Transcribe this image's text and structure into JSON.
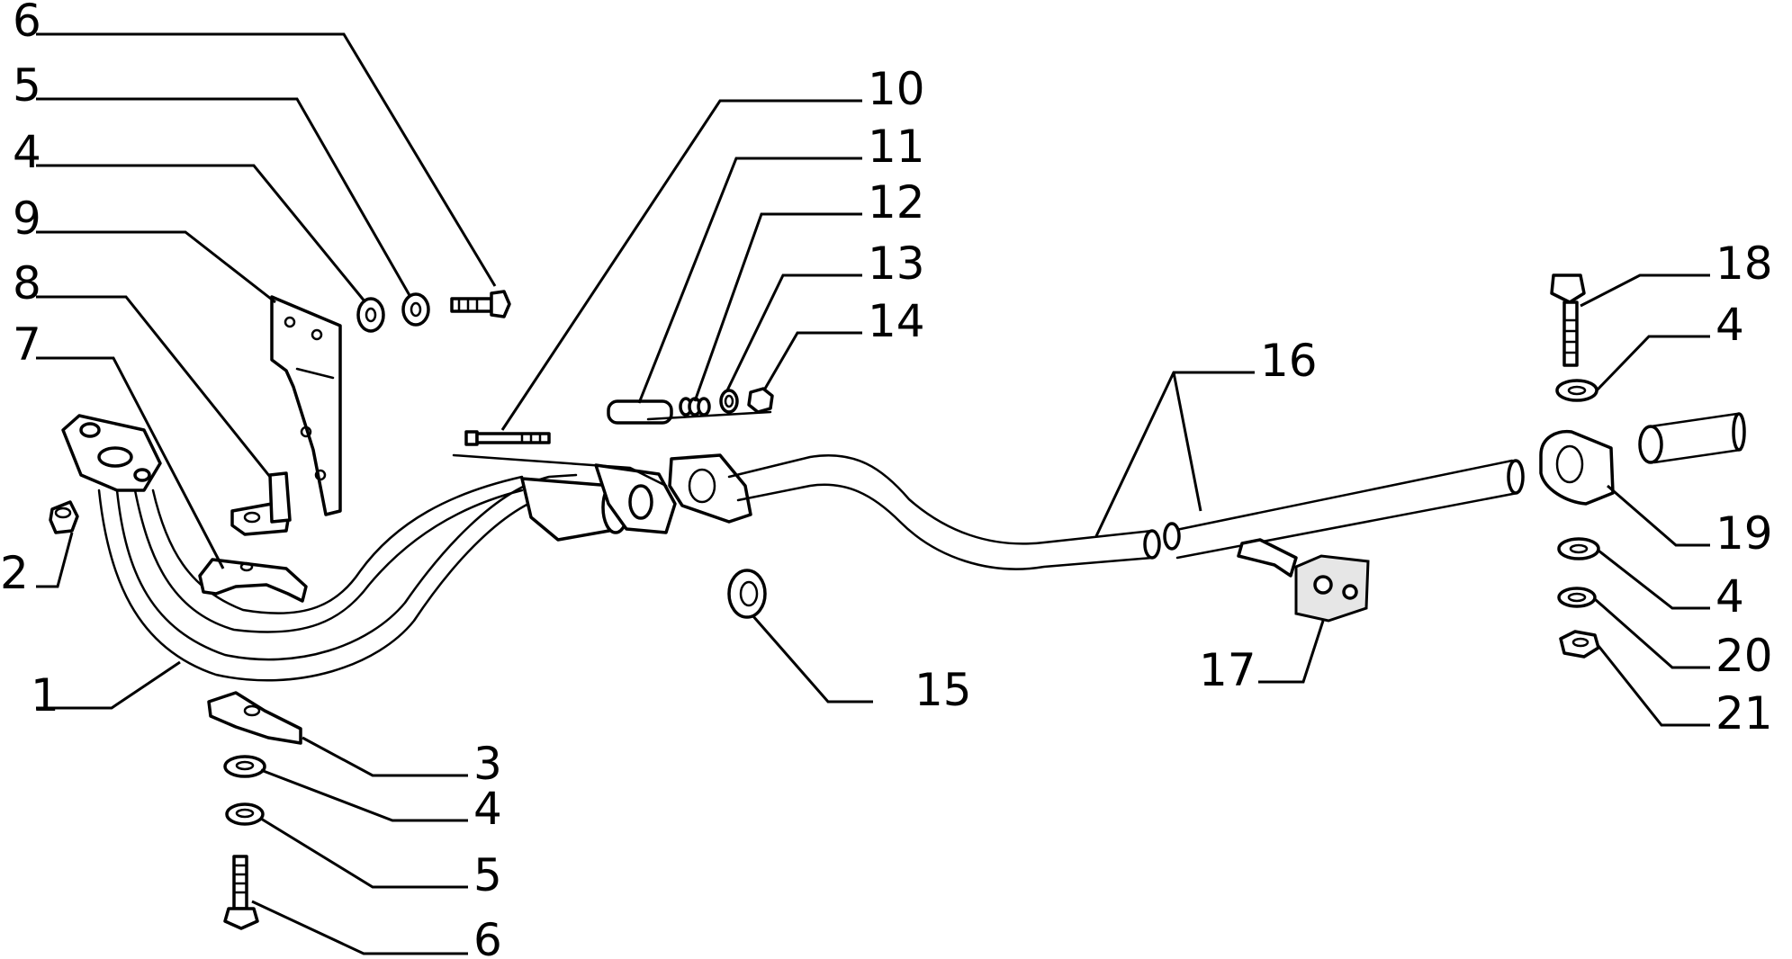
{
  "diagram": {
    "type": "exploded-parts-view",
    "background": "#ffffff",
    "ink": "#000000"
  },
  "callouts": [
    {
      "id": "c-6-top",
      "label": "6",
      "part": "bolt"
    },
    {
      "id": "c-5-top",
      "label": "5",
      "part": "spring-washer"
    },
    {
      "id": "c-4-top",
      "label": "4",
      "part": "flat-washer"
    },
    {
      "id": "c-9",
      "label": "9",
      "part": "mounting-bracket"
    },
    {
      "id": "c-8",
      "label": "8",
      "part": "bracket-with-nut"
    },
    {
      "id": "c-7",
      "label": "7",
      "part": "clamp-upper-half"
    },
    {
      "id": "c-2",
      "label": "2",
      "part": "nut"
    },
    {
      "id": "c-1",
      "label": "1",
      "part": "front-exhaust-pipe"
    },
    {
      "id": "c-3",
      "label": "3",
      "part": "clamp-lower-half"
    },
    {
      "id": "c-4-bottom",
      "label": "4",
      "part": "flat-washer"
    },
    {
      "id": "c-5-bottom",
      "label": "5",
      "part": "spring-washer"
    },
    {
      "id": "c-6-bottom",
      "label": "6",
      "part": "bolt"
    },
    {
      "id": "c-10",
      "label": "10",
      "part": "long-bolt"
    },
    {
      "id": "c-11",
      "label": "11",
      "part": "spring"
    },
    {
      "id": "c-12",
      "label": "12",
      "part": "washer-stack"
    },
    {
      "id": "c-13",
      "label": "13",
      "part": "washer"
    },
    {
      "id": "c-14",
      "label": "14",
      "part": "nut"
    },
    {
      "id": "c-15",
      "label": "15",
      "part": "gasket-ring"
    },
    {
      "id": "c-16",
      "label": "16",
      "part": "intermediate-pipe"
    },
    {
      "id": "c-17",
      "label": "17",
      "part": "rubber-hanger"
    },
    {
      "id": "c-18",
      "label": "18",
      "part": "bolt"
    },
    {
      "id": "c-4-right-top",
      "label": "4",
      "part": "flat-washer"
    },
    {
      "id": "c-19",
      "label": "19",
      "part": "pipe-clamp"
    },
    {
      "id": "c-4-right-bottom",
      "label": "4",
      "part": "flat-washer"
    },
    {
      "id": "c-20",
      "label": "20",
      "part": "spring-washer"
    },
    {
      "id": "c-21",
      "label": "21",
      "part": "nut"
    }
  ]
}
